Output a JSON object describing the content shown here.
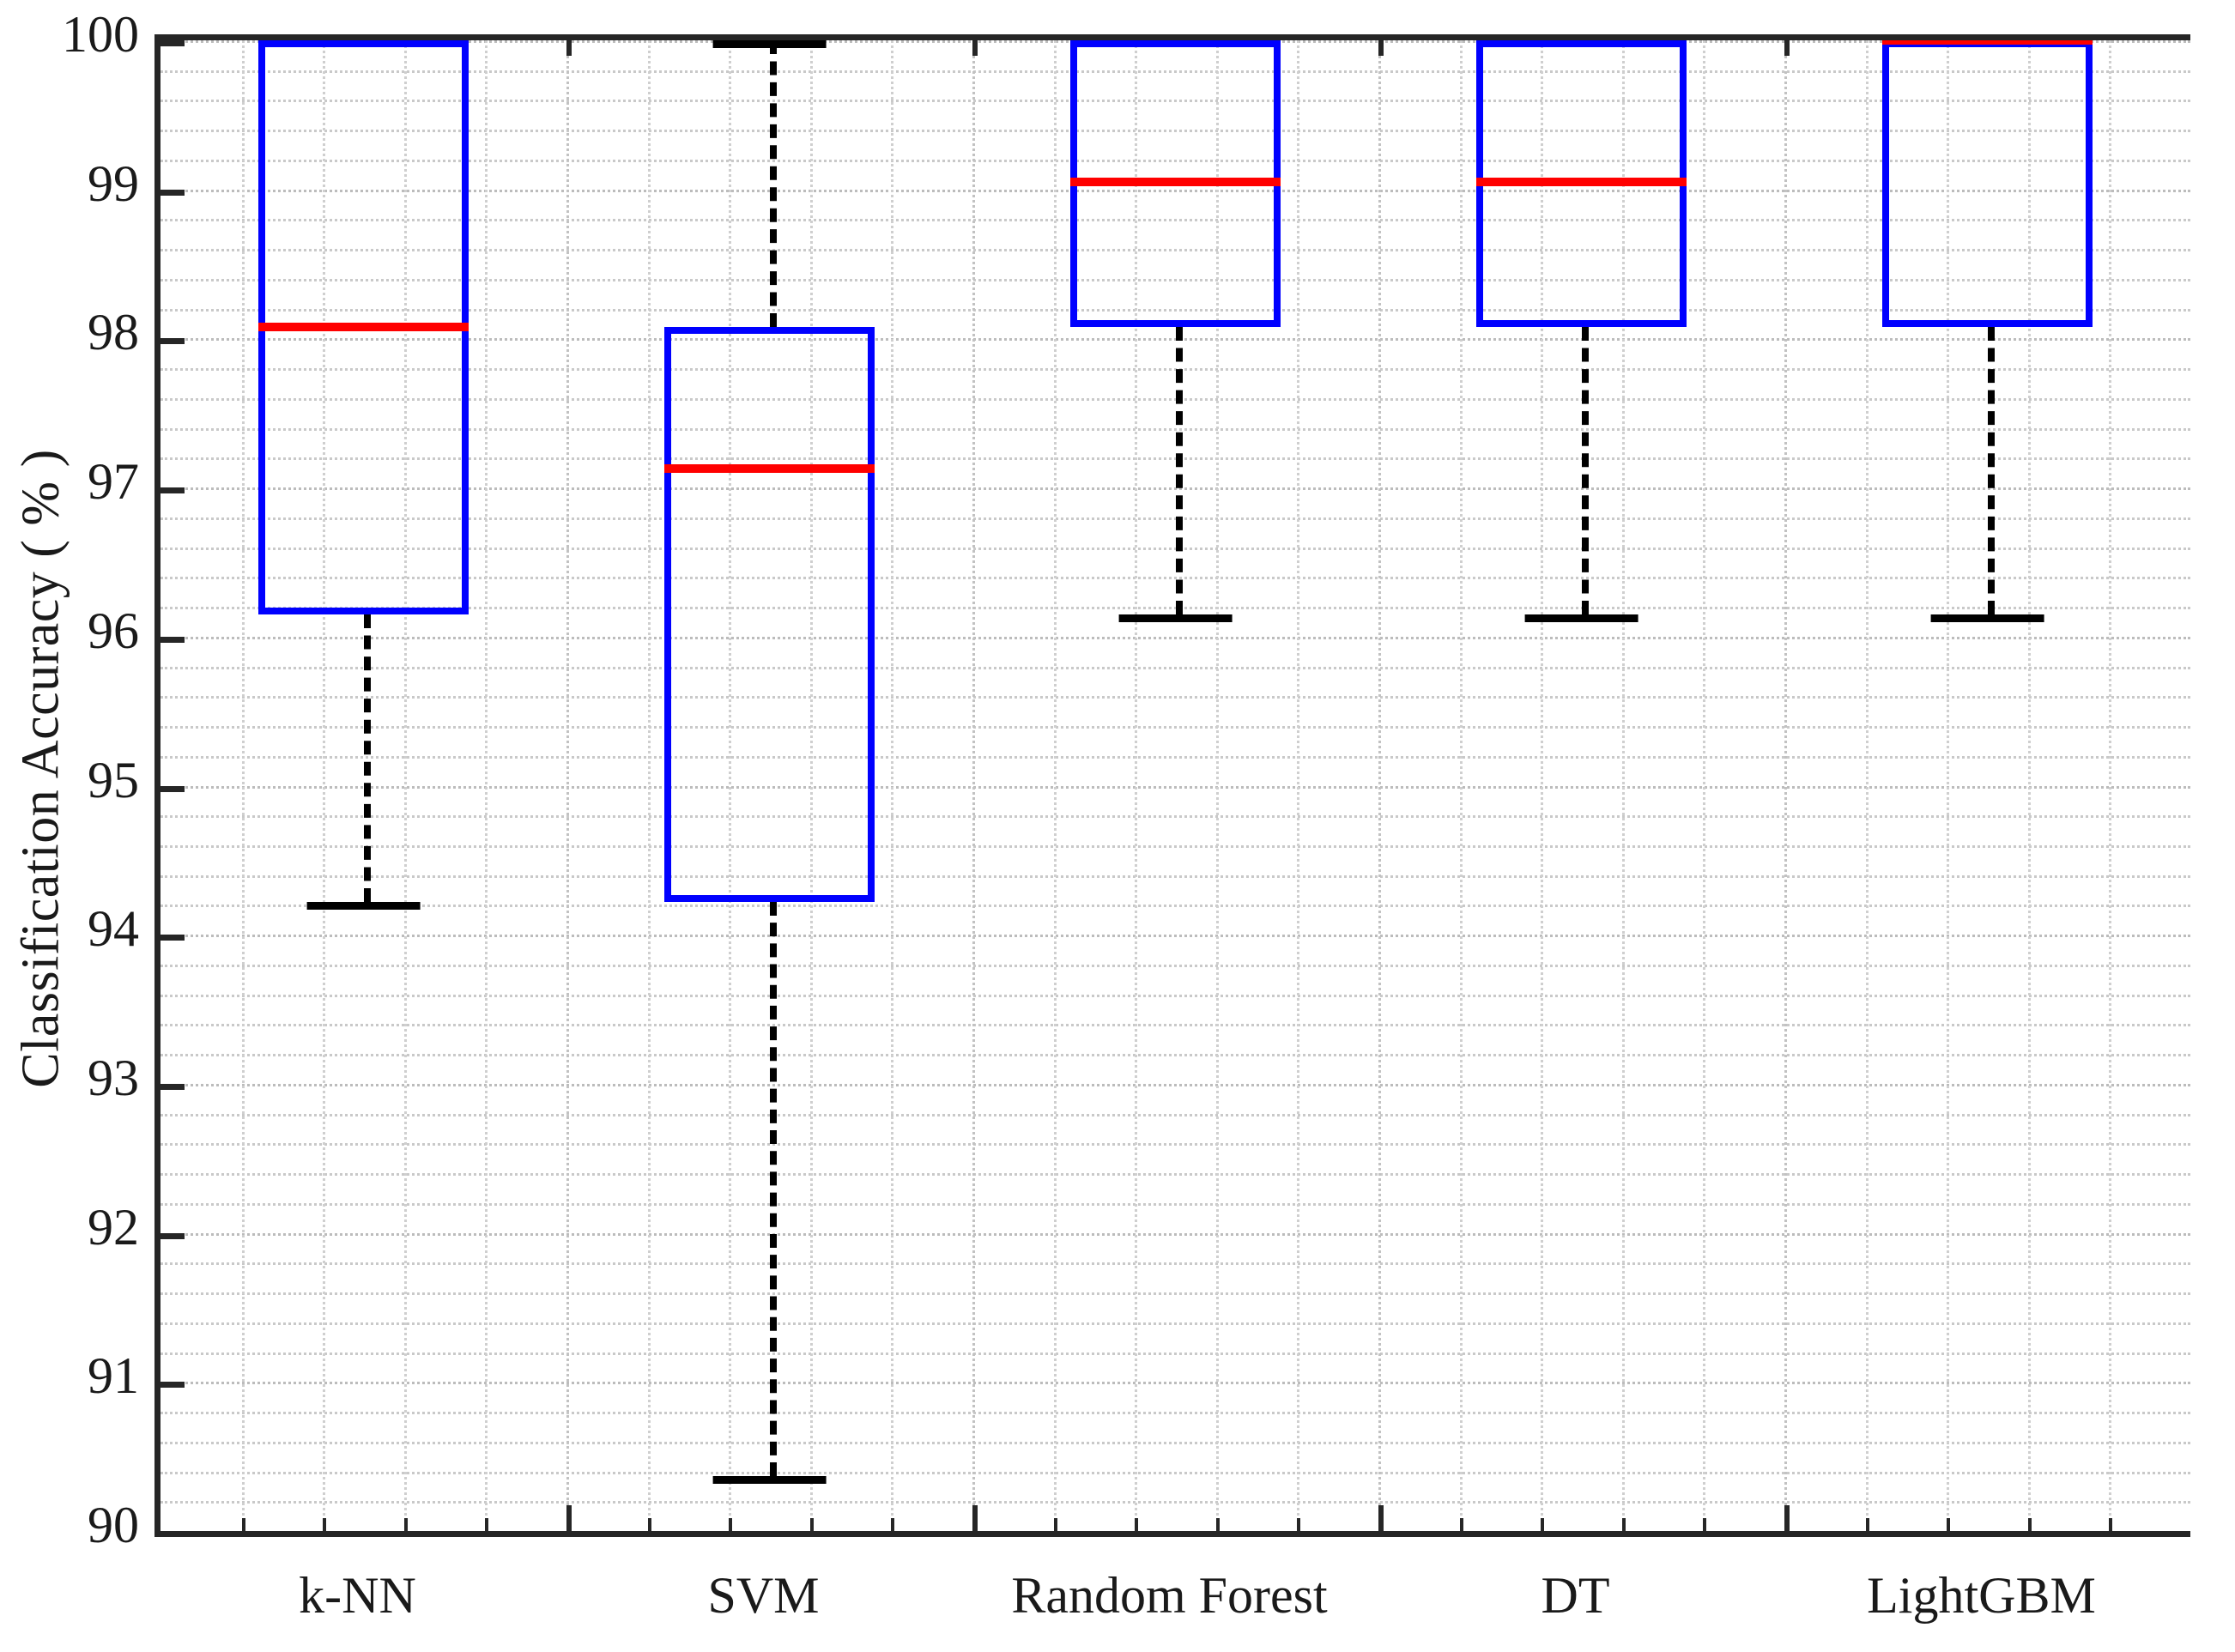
{
  "chart_data": {
    "type": "box",
    "title": "",
    "xlabel": "",
    "ylabel": "Classification Accuracy ( % )",
    "ylim": [
      90,
      100
    ],
    "ytick_labels": [
      "90",
      "91",
      "92",
      "93",
      "94",
      "95",
      "96",
      "97",
      "98",
      "99",
      "100"
    ],
    "ytick_values": [
      90,
      91,
      92,
      93,
      94,
      95,
      96,
      97,
      98,
      99,
      100
    ],
    "y_minor_step": 0.2,
    "grid": true,
    "legend": "none",
    "categories": [
      "k-NN",
      "SVM",
      "Random Forest",
      "DT",
      "LightGBM"
    ],
    "colors": {
      "box_edge": "#0000ff",
      "median": "#ff0000",
      "whisker": "#000000",
      "cap": "#000000",
      "axis": "#262626",
      "grid": "#c9c9c9",
      "background": "#ffffff"
    },
    "boxes": [
      {
        "label": "k-NN",
        "q1": 96.15,
        "median": 98.08,
        "q3": 100.0,
        "whisker_low": 94.22,
        "whisker_high": 100.0,
        "has_upper_whisker": false,
        "has_lower_whisker": true
      },
      {
        "label": "SVM",
        "q1": 94.22,
        "median": 97.13,
        "q3": 98.08,
        "whisker_low": 90.37,
        "whisker_high": 100.0,
        "has_upper_whisker": true,
        "has_lower_whisker": true
      },
      {
        "label": "Random Forest",
        "q1": 98.08,
        "median": 99.05,
        "q3": 100.0,
        "whisker_low": 96.15,
        "whisker_high": 100.0,
        "has_upper_whisker": false,
        "has_lower_whisker": true
      },
      {
        "label": "DT",
        "q1": 98.08,
        "median": 99.05,
        "q3": 100.0,
        "whisker_low": 96.15,
        "whisker_high": 100.0,
        "has_upper_whisker": false,
        "has_lower_whisker": true
      },
      {
        "label": "LightGBM",
        "q1": 98.08,
        "median": 100.0,
        "q3": 100.0,
        "whisker_low": 96.15,
        "whisker_high": 100.0,
        "has_upper_whisker": false,
        "has_lower_whisker": true
      }
    ]
  }
}
